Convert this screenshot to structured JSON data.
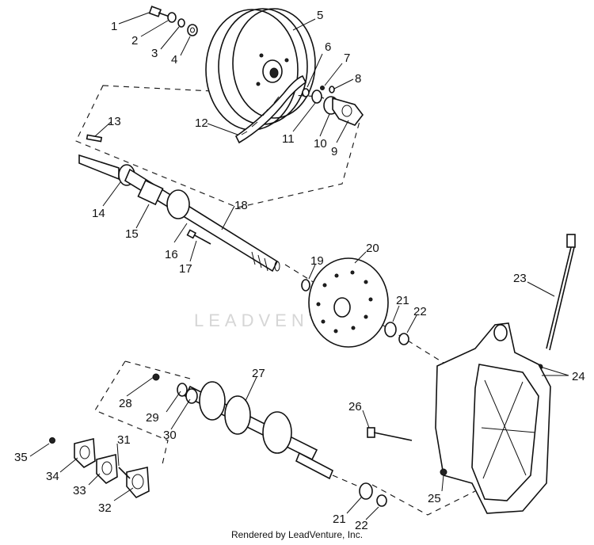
{
  "watermark": "LEADVENTURE",
  "footer": "Rendered by LeadVenture, Inc.",
  "callouts": [
    "1",
    "2",
    "3",
    "4",
    "5",
    "6",
    "7",
    "8",
    "9",
    "10",
    "11",
    "12",
    "13",
    "14",
    "15",
    "16",
    "17",
    "18",
    "19",
    "20",
    "21",
    "22",
    "23",
    "24",
    "25",
    "26",
    "27",
    "28",
    "29",
    "30",
    "31",
    "32",
    "33",
    "34",
    "35",
    "21",
    "22"
  ]
}
